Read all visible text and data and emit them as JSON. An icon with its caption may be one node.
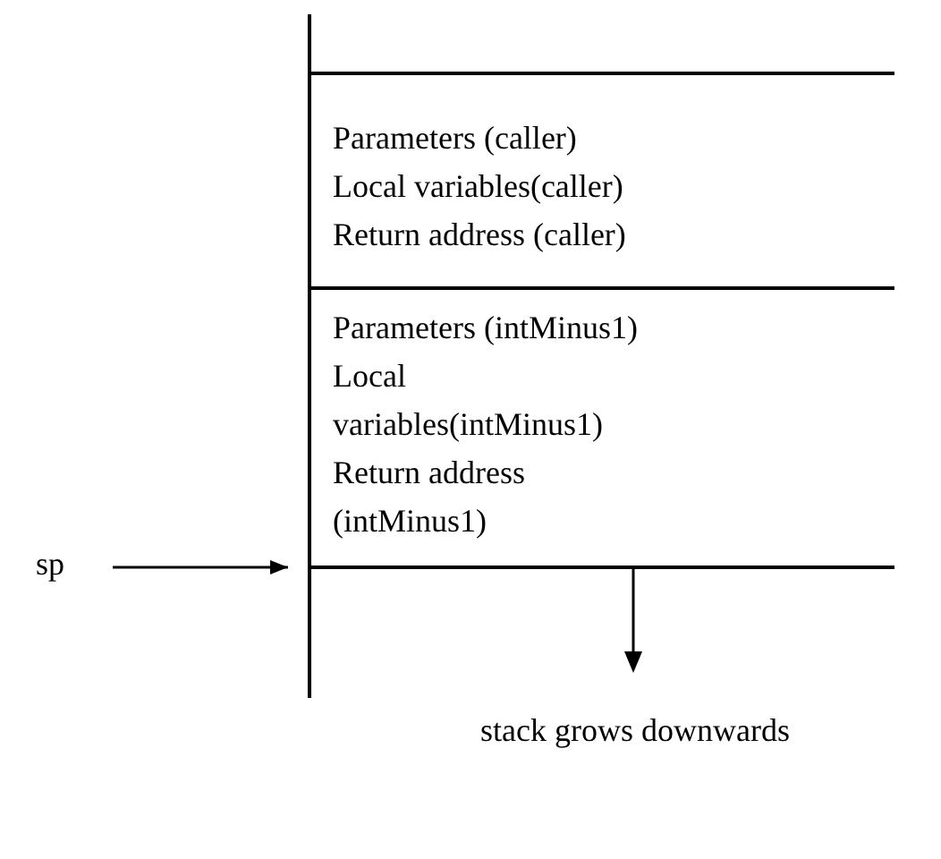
{
  "diagram": {
    "nodes": [
      {
        "text": [
          "Parameters (caller)",
          "Local variables(caller)",
          "Return address (caller)"
        ]
      },
      {
        "text": [
          "Parameters (intMinus1)",
          "Local variables(intMinus1)",
          "Return address (intMinus1)"
        ]
      },
      {
        "text": [],
        "shape": "box"
      },
      {
        "text": [
          "sp"
        ]
      }
    ],
    "edges": [
      {
        "from": 3,
        "to": 2,
        "arrow": "to"
      }
    ],
    "labels": [
      "stack grows downwards"
    ]
  }
}
